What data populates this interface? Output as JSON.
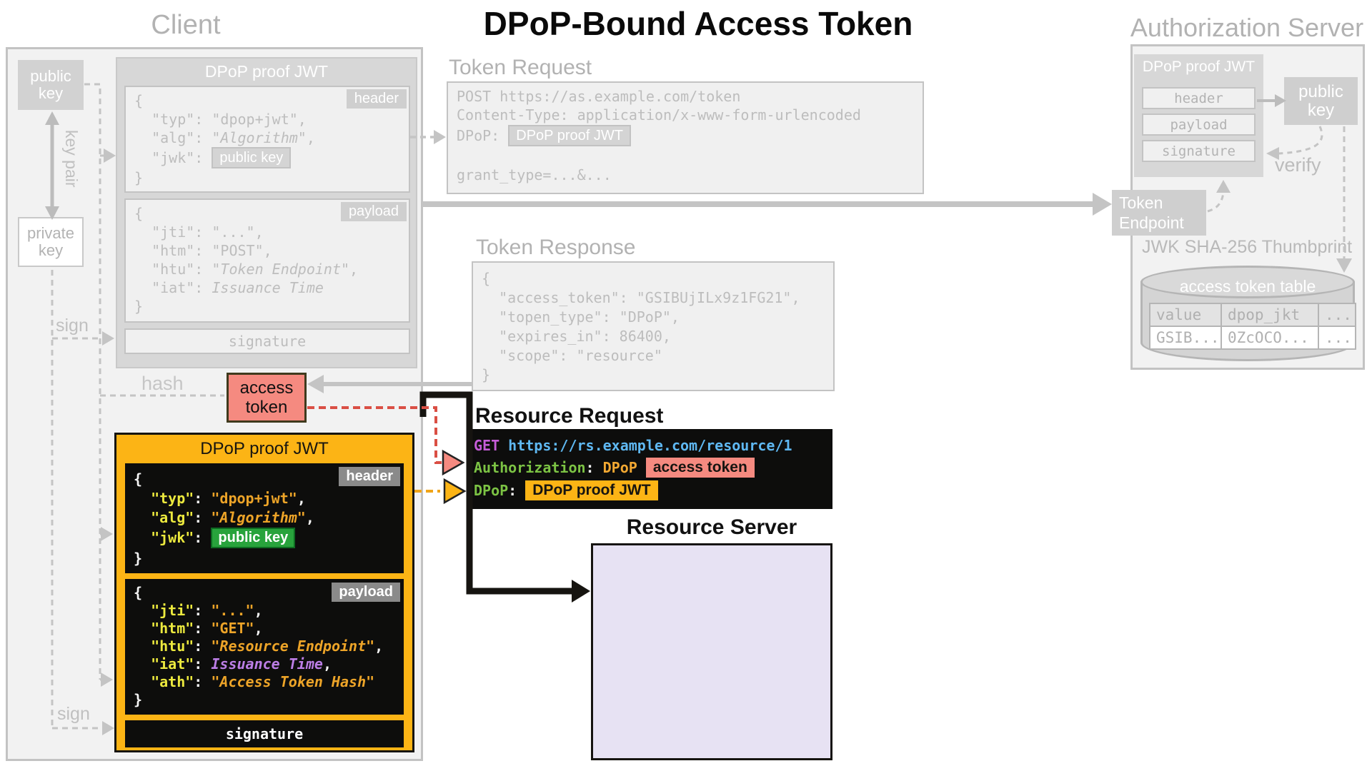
{
  "title": "DPoP-Bound Access Token",
  "colors": {
    "accent_orange": "#fcb415",
    "accent_salmon": "#f58a80",
    "accent_green": "#28a33c",
    "json_key_yellow": "#ece93e",
    "json_value_amber": "#eda428",
    "json_value_purple": "#bc7ee6",
    "code_method_magenta": "#c65cd8",
    "code_url_blue": "#5fb8f2",
    "code_header_green": "#7cc344",
    "resource_server_lavender": "#e7e2f3",
    "faded_gray": "#bdbdbd",
    "black_block": "#0d0d0c"
  },
  "client": {
    "label": "Client",
    "public_key": "public key",
    "key_pair": "key pair",
    "private_key": "private key",
    "sign_top": "sign",
    "sign_bottom": "sign",
    "hash": "hash",
    "access_token": "access token"
  },
  "gray_jwt": {
    "title": "DPoP proof JWT",
    "header_badge": "header",
    "payload_badge": "payload",
    "signature": "signature",
    "header": {
      "l1": "{",
      "l2": "  \"typ\": \"dpop+jwt\",",
      "l3_pre": "  \"alg\": ",
      "l3_val": "\"Algorithm\"",
      "l3_post": ",",
      "l4_pre": "  \"jwk\": ",
      "l4_badge": "public key",
      "l5": "}"
    },
    "payload": {
      "l1": "{",
      "l2": "  \"jti\": \"...\",",
      "l3": "  \"htm\": \"POST\",",
      "l4_pre": "  \"htu\": ",
      "l4_val": "\"Token Endpoint\"",
      "l4_post": ",",
      "l5_pre": "  \"iat\": ",
      "l5_val": "Issuance Time",
      "l6": "}"
    }
  },
  "orange_jwt": {
    "title": "DPoP proof JWT",
    "header_badge": "header",
    "payload_badge": "payload",
    "signature": "signature",
    "header": {
      "l1": "{",
      "l2_k": "  \"typ\"",
      "l2_p": ": ",
      "l2_v": "\"dpop+jwt\"",
      "l2_e": ",",
      "l3_k": "  \"alg\"",
      "l3_p": ": ",
      "l3_v": "\"Algorithm\"",
      "l3_e": ",",
      "l4_k": "  \"jwk\"",
      "l4_p": ": ",
      "l4_badge": "public key",
      "l5": "}"
    },
    "payload": {
      "l1": "{",
      "l2_k": "  \"jti\"",
      "l2_p": ": ",
      "l2_v": "\"...\"",
      "l2_e": ",",
      "l3_k": "  \"htm\"",
      "l3_p": ": ",
      "l3_v": "\"GET\"",
      "l3_e": ",",
      "l4_k": "  \"htu\"",
      "l4_p": ": ",
      "l4_v": "\"Resource Endpoint\"",
      "l4_e": ",",
      "l5_k": "  \"iat\"",
      "l5_p": ": ",
      "l5_v": "Issuance Time",
      "l5_e": ",",
      "l6_k": "  \"ath\"",
      "l6_p": ": ",
      "l6_v": "\"Access Token Hash\"",
      "l7": "}"
    }
  },
  "token_request": {
    "label": "Token Request",
    "l1": "POST https://as.example.com/token",
    "l2": "Content-Type: application/x-www-form-urlencoded",
    "l3_pre": "DPoP: ",
    "l3_badge": "DPoP proof JWT",
    "l4": "grant_type=...&..."
  },
  "token_response": {
    "label": "Token Response",
    "l1": "{",
    "l2": "  \"access_token\": \"GSIBUjILx9z1FG21\",",
    "l3": "  \"topen_type\": \"DPoP\",",
    "l4": "  \"expires_in\": 86400,",
    "l5": "  \"scope\": \"resource\"",
    "l6": "}"
  },
  "resource_request": {
    "title": "Resource Request",
    "l1_method": "GET",
    "l1_url": " https://rs.example.com/resource/1",
    "l2_k": "Authorization",
    "l2_p": ": ",
    "l2_v": "DPoP ",
    "l2_badge": "access token",
    "l3_k": "DPoP",
    "l3_p": ": ",
    "l3_badge": "DPoP proof JWT"
  },
  "resource_server": {
    "title": "Resource Server"
  },
  "auth_server": {
    "label": "Authorization Server",
    "jwt_title": "DPoP proof JWT",
    "jwt_rows": [
      "header",
      "payload",
      "signature"
    ],
    "public_key": "public key",
    "verify": "verify",
    "token_endpoint": "Token Endpoint",
    "thumbprint": "JWK SHA-256 Thumbprint",
    "table_title": "access token table",
    "table_headers": [
      "value",
      "dpop_jkt",
      "..."
    ],
    "table_row": [
      "GSIB...",
      "0ZcOCO...",
      "..."
    ]
  }
}
